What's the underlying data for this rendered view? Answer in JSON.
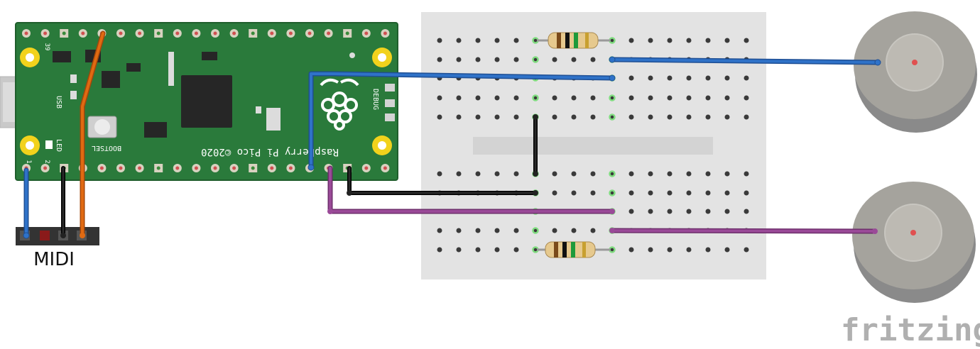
{
  "board": {
    "name_text": "Raspberry Pi Pico ©2020",
    "bootsel_label": "BOOTSEL",
    "usb_label": "USB",
    "led_label": "LED",
    "debug_label": "DEBUG",
    "pin_1": "1",
    "pin_2": "2",
    "pin_39": "39"
  },
  "connector": {
    "label": "MIDI"
  },
  "brand": {
    "text": "fritzing"
  },
  "colors": {
    "board_green": "#2a7a3b",
    "wire_blue": "#2f72c8",
    "wire_black": "#1a1a1a",
    "wire_orange": "#e06a12",
    "wire_purple": "#9a4a98",
    "breadboard": "#e3e3e3"
  }
}
